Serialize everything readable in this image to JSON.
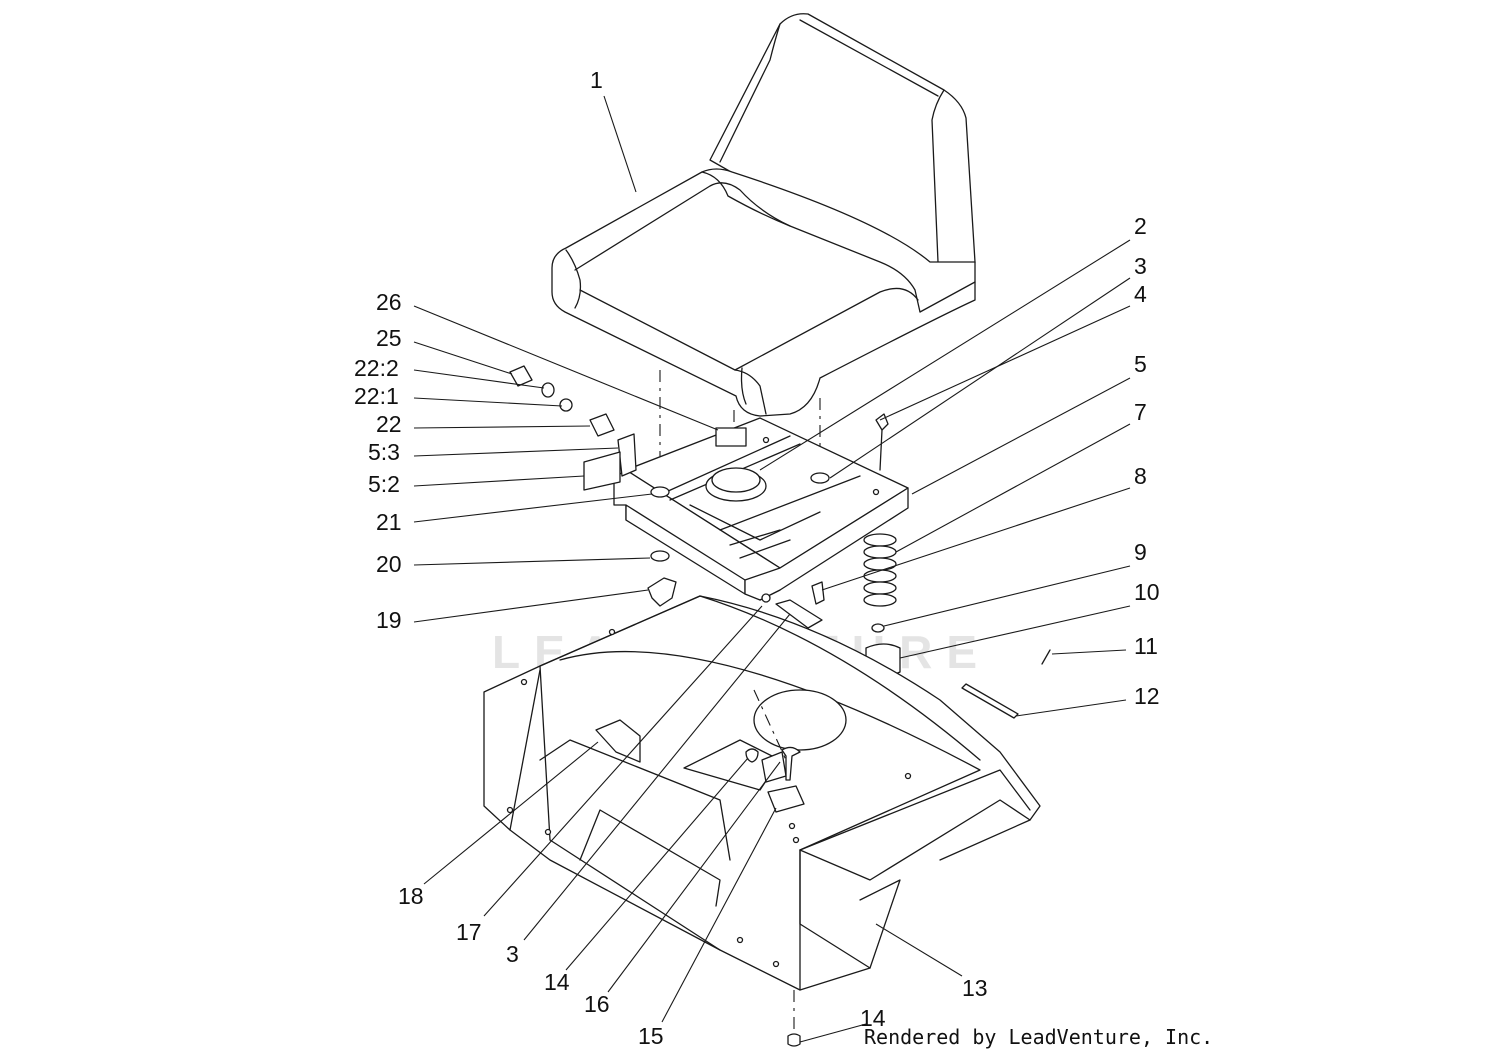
{
  "watermark": "LEADVENTURE",
  "credit": "Rendered by LeadVenture, Inc.",
  "callouts": [
    {
      "id": "c-1",
      "text": "1"
    },
    {
      "id": "c-2",
      "text": "2"
    },
    {
      "id": "c-3a",
      "text": "3"
    },
    {
      "id": "c-4",
      "text": "4"
    },
    {
      "id": "c-5",
      "text": "5"
    },
    {
      "id": "c-7",
      "text": "7"
    },
    {
      "id": "c-8",
      "text": "8"
    },
    {
      "id": "c-9",
      "text": "9"
    },
    {
      "id": "c-10",
      "text": "10"
    },
    {
      "id": "c-11",
      "text": "11"
    },
    {
      "id": "c-12",
      "text": "12"
    },
    {
      "id": "c-13",
      "text": "13"
    },
    {
      "id": "c-14a",
      "text": "14"
    },
    {
      "id": "c-14b",
      "text": "14"
    },
    {
      "id": "c-15",
      "text": "15"
    },
    {
      "id": "c-16",
      "text": "16"
    },
    {
      "id": "c-3b",
      "text": "3"
    },
    {
      "id": "c-17",
      "text": "17"
    },
    {
      "id": "c-18",
      "text": "18"
    },
    {
      "id": "c-19",
      "text": "19"
    },
    {
      "id": "c-20",
      "text": "20"
    },
    {
      "id": "c-21",
      "text": "21"
    },
    {
      "id": "c-5-2",
      "text": "5:2"
    },
    {
      "id": "c-5-3",
      "text": "5:3"
    },
    {
      "id": "c-22",
      "text": "22"
    },
    {
      "id": "c-22-1",
      "text": "22:1"
    },
    {
      "id": "c-22-2",
      "text": "22:2"
    },
    {
      "id": "c-25",
      "text": "25"
    },
    {
      "id": "c-26",
      "text": "26"
    }
  ]
}
